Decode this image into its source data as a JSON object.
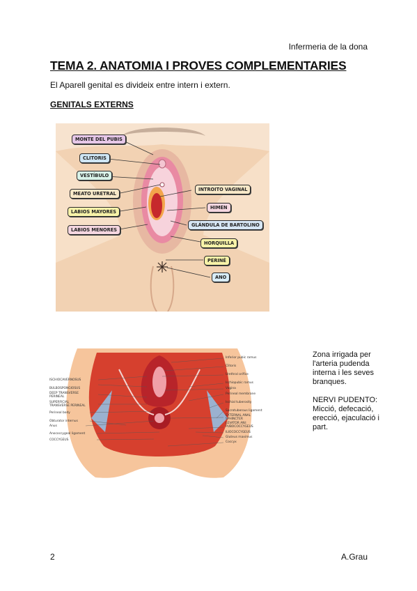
{
  "header": {
    "course": "Infermeria de la dona"
  },
  "title": "TEMA 2. ANATOMIA I PROVES COMPLEMENTARIES",
  "intro": "El Aparell genital es divideix entre intern i extern.",
  "section_heading": "GENITALS EXTERNS",
  "figure_external": {
    "labels_left": [
      {
        "text": "MONTE DEL PUBIS",
        "color": "#e6c7e8"
      },
      {
        "text": "CLITORIS",
        "color": "#cfe6f5"
      },
      {
        "text": "VESTÍBULO",
        "color": "#d8f2e8"
      },
      {
        "text": "MEATO URETRAL",
        "color": "#f7e8c8"
      },
      {
        "text": "LABIOS MAYORES",
        "color": "#f7f2a8"
      },
      {
        "text": "LABIOS MENORES",
        "color": "#f4d6e0"
      }
    ],
    "labels_right": [
      {
        "text": "INTROITO VAGINAL",
        "color": "#f7e8c8"
      },
      {
        "text": "HIMEN",
        "color": "#f4d6e0"
      },
      {
        "text": "GLÁNDULA DE BARTOLINO",
        "color": "#d6e6f4"
      },
      {
        "text": "HORQUILLA",
        "color": "#f7f2a8"
      },
      {
        "text": "PERINÉ",
        "color": "#f7f2a8"
      },
      {
        "text": "ANO",
        "color": "#d8ecf8"
      }
    ]
  },
  "figure_perineum": {
    "labels_left": [
      "ISCHIOCAVERNOSUS",
      "BULBOSPONGIOSUS",
      "DEEP TRANSVERSE",
      "PERINEAL",
      "SUPERFICIAL",
      "TRANSVERSE PERINEAL",
      "Perineal body",
      "Obturator internus",
      "Anus",
      "Anococcygeal ligament",
      "COCCYGEUS"
    ],
    "labels_right": [
      "Inferior pubic ramus",
      "Clitoris",
      "Urethral orifice",
      "Ischiopubic ramus",
      "Vagina",
      "Perineal membrane",
      "Ischial tuberosity",
      "Sacrotuberous ligament",
      "EXTERNAL ANAL",
      "SPHINCTER",
      "LEVATOR ANI:",
      "PUBOCOCCYGEUS",
      "ILIOCOCCYGEUS",
      "Gluteus maximus",
      "Coccyx"
    ]
  },
  "side_note": {
    "irrigation": "Zona irrigada per l'arteria pudenda interna i les seves branques.",
    "nerve": "NERVI PUDENTO: Micció, defecació, erecció, ejaculació i part."
  },
  "footer": {
    "page_number": "2",
    "author": "A.Grau"
  }
}
